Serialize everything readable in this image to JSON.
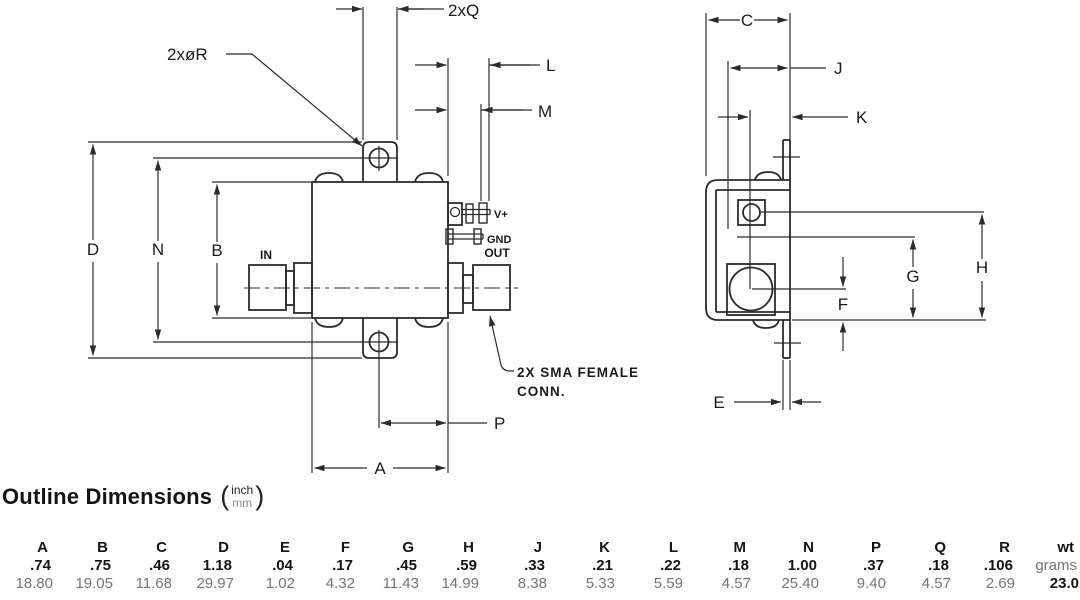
{
  "drawing": {
    "callouts": {
      "holes": "2xøR",
      "tabs": "2xQ",
      "sma_line1": "2X SMA FEMALE",
      "sma_line2": "CONN."
    },
    "ports": {
      "in": "IN",
      "out": "OUT",
      "vplus": "V+",
      "gnd": "GND"
    },
    "dim_letters": {
      "E": "E"
    }
  },
  "table": {
    "title": "Outline Dimensions",
    "unit_numerator": "inch",
    "unit_denominator": "mm",
    "columns": [
      {
        "h": "A",
        "inch": ".74",
        "mm": "18.80"
      },
      {
        "h": "B",
        "inch": ".75",
        "mm": "19.05"
      },
      {
        "h": "C",
        "inch": ".46",
        "mm": "11.68"
      },
      {
        "h": "D",
        "inch": "1.18",
        "mm": "29.97"
      },
      {
        "h": "E",
        "inch": ".04",
        "mm": "1.02"
      },
      {
        "h": "F",
        "inch": ".17",
        "mm": "4.32"
      },
      {
        "h": "G",
        "inch": ".45",
        "mm": "11.43"
      },
      {
        "h": "H",
        "inch": ".59",
        "mm": "14.99"
      },
      {
        "h": "J",
        "inch": ".33",
        "mm": "8.38"
      },
      {
        "h": "K",
        "inch": ".21",
        "mm": "5.33"
      },
      {
        "h": "L",
        "inch": ".22",
        "mm": "5.59"
      },
      {
        "h": "M",
        "inch": ".18",
        "mm": "4.57"
      },
      {
        "h": "N",
        "inch": "1.00",
        "mm": "25.40"
      },
      {
        "h": "P",
        "inch": ".37",
        "mm": "9.40"
      },
      {
        "h": "Q",
        "inch": ".18",
        "mm": "4.57"
      },
      {
        "h": "R",
        "inch": ".106",
        "mm": "2.69"
      },
      {
        "h": "wt",
        "inch": "grams",
        "mm": "23.0"
      }
    ]
  }
}
